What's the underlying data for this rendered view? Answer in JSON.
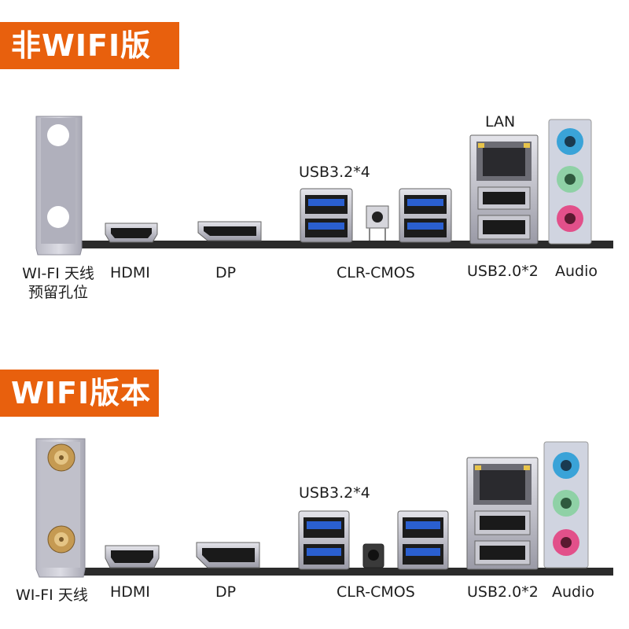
{
  "top": {
    "title": "非WIFI版本",
    "labels": {
      "wifi_line1": "WI-FI 天线",
      "wifi_line2": "预留孔位",
      "hdmi": "HDMI",
      "dp": "DP",
      "usb32": "USB3.2*4",
      "clr": "CLR-CMOS",
      "lan": "LAN",
      "usb20": "USB2.0*2",
      "audio": "Audio"
    }
  },
  "bottom": {
    "title": "WIFI版本",
    "labels": {
      "wifi": "WI-FI 天线",
      "hdmi": "HDMI",
      "dp": "DP",
      "usb32": "USB3.2*4",
      "clr": "CLR-CMOS",
      "usb20": "USB2.0*2",
      "audio": "Audio"
    }
  },
  "colors": {
    "banner": "#e8600d",
    "usb3_blue": "#2a5fd0",
    "audio_blue": "#3aa3d8",
    "audio_green": "#8fd1a6",
    "audio_pink": "#e2508a",
    "pcb": "#2a2a2a",
    "bracket": "#c9c9d3"
  },
  "icons": [
    "wifi-bracket-icon",
    "hdmi-port-icon",
    "dp-port-icon",
    "usb3-port-icon",
    "clr-cmos-button-icon",
    "lan-port-icon",
    "usb2-port-icon",
    "audio-jack-icon",
    "antenna-connector-icon"
  ]
}
